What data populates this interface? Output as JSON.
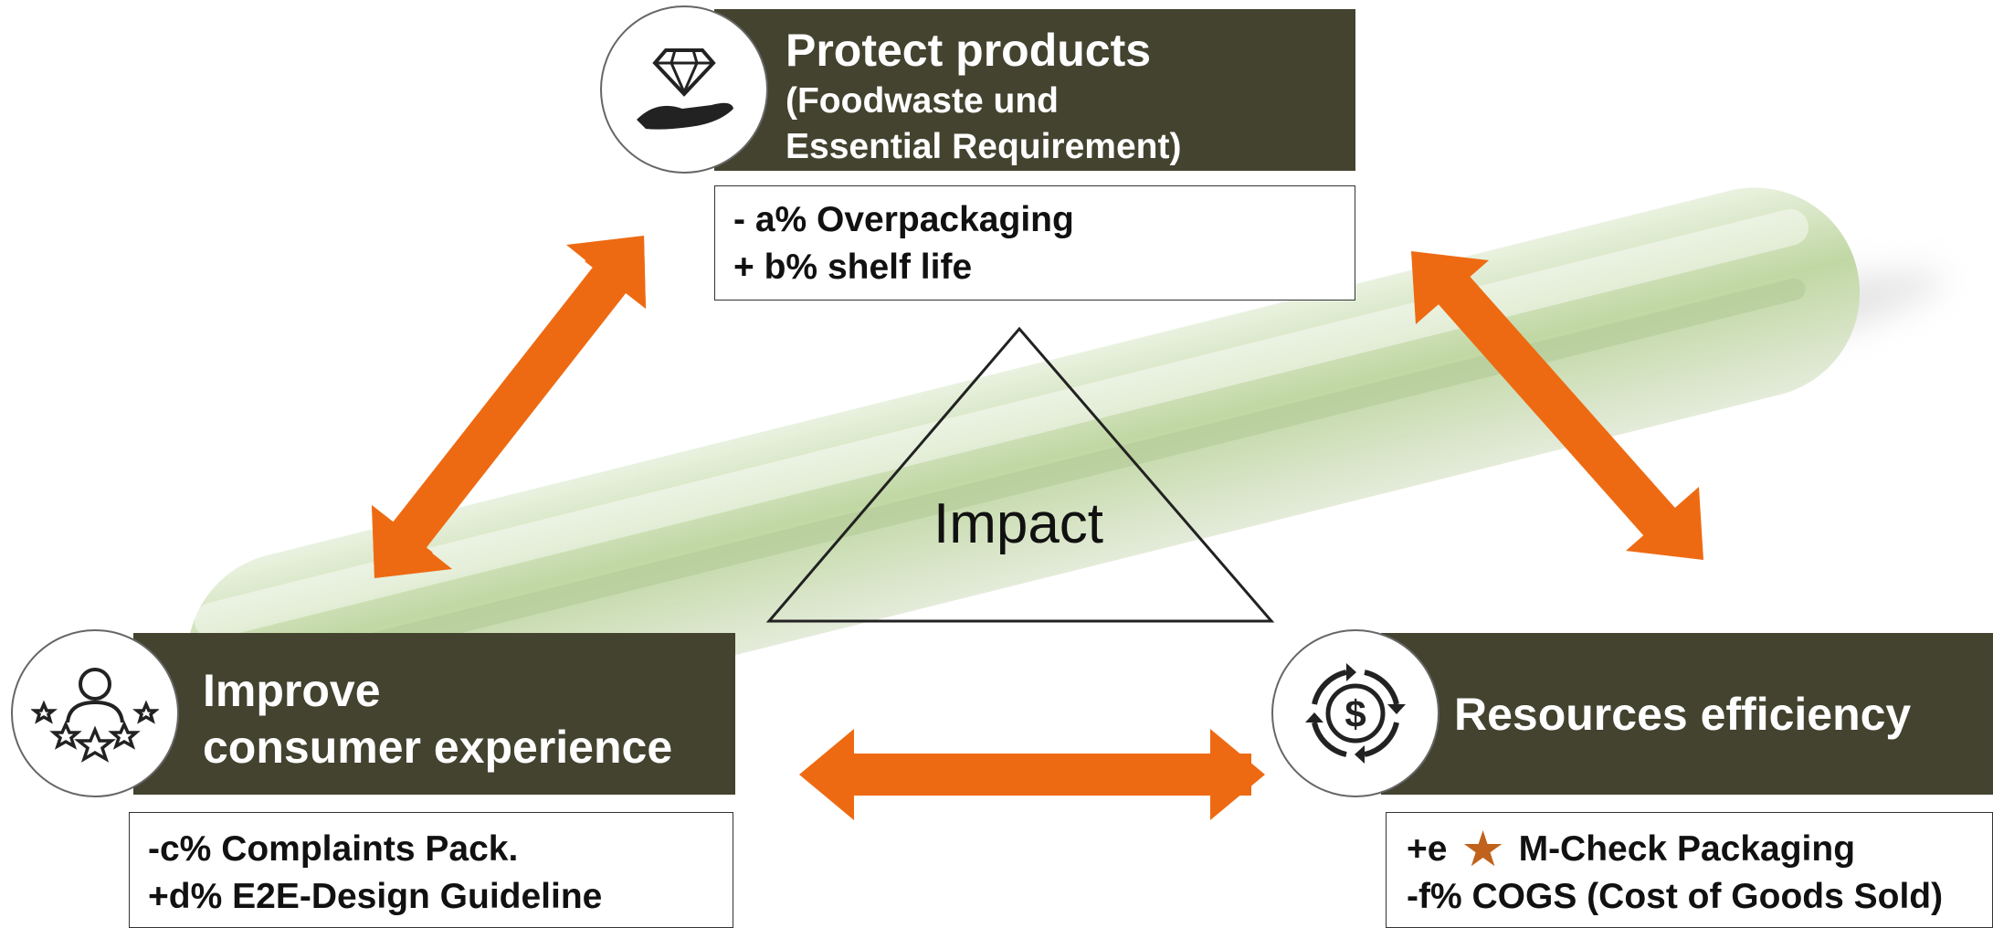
{
  "diagram": {
    "center_label": "Impact",
    "colors": {
      "header_bg": "#434330",
      "arrow": "#ee6a12",
      "star": "#c0621c",
      "cucumber": "#5e8f2e"
    },
    "nodes": {
      "top": {
        "icon": "diamond-hand-icon",
        "title": "Protect products",
        "subtitle_line1": "(Foodwaste und",
        "subtitle_line2": "Essential Requirement)",
        "metrics": [
          "- a% Overpackaging",
          "+ b% shelf life"
        ]
      },
      "left": {
        "icon": "consumer-rating-icon",
        "title_line1": "Improve",
        "title_line2": "consumer experience",
        "metrics": [
          "-c% Complaints Pack.",
          "+d% E2E-Design Guideline"
        ]
      },
      "right": {
        "icon": "money-cycle-icon",
        "title": "Resources efficiency",
        "metric1_prefix": "+e",
        "metric1_icon": "star-icon",
        "metric1_suffix": "M-Check Packaging",
        "metric2": "-f% COGS (Cost of Goods Sold)"
      }
    }
  }
}
